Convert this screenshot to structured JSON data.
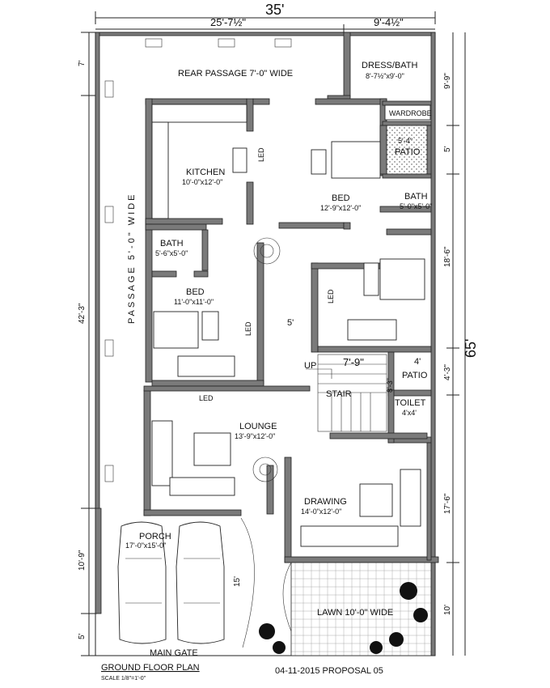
{
  "overall": {
    "width_label": "35'",
    "depth_label": "65'",
    "top_left_dim": "25'-7½\"",
    "top_right_dim": "9'-4½\""
  },
  "left_dims": [
    "7'",
    "42'-3\"",
    "10'-9\"",
    "5'"
  ],
  "right_dims": [
    "9'-9\"",
    "5'",
    "18'-6\"",
    "4'-3\"",
    "17'-6\"",
    "10'"
  ],
  "inner_dims": {
    "corridor": "5'",
    "stair_w": "7'-9\"",
    "stair_h": "8'-3\"",
    "porch_drive": "15'",
    "patio2_w": "4'"
  },
  "rooms": {
    "rear_passage": "REAR PASSAGE 7'-0\" WIDE",
    "side_passage": "PASSAGE 5'-0\" WIDE",
    "dress_bath": {
      "name": "DRESS/BATH",
      "size": "8'-7½\"x9'-0\""
    },
    "wardrobe": "WARDROBE",
    "patio1": {
      "name": "PATIO",
      "size": "5'-4\""
    },
    "kitchen": {
      "name": "KITCHEN",
      "size": "10'-0\"x12'-0\""
    },
    "bed1": {
      "name": "BED",
      "size": "12'-9\"x12'-0\""
    },
    "bath1": {
      "name": "BATH",
      "size": "5'-0\"x5'-0\""
    },
    "bath2": {
      "name": "BATH",
      "size": "5'-6\"x5'-0\""
    },
    "bed2": {
      "name": "BED",
      "size": "11'-0\"x11'-0\""
    },
    "patio2": "PATIO",
    "stair": "STAIR",
    "up": "UP",
    "toilet": {
      "name": "TOILET",
      "size": "4'x4'"
    },
    "lounge": {
      "name": "LOUNGE",
      "size": "13'-9\"x12'-0\""
    },
    "drawing": {
      "name": "DRAWING",
      "size": "14'-0\"x12'-0\""
    },
    "porch": {
      "name": "PORCH",
      "size": "17'-0\"x15'-0\""
    },
    "lawn": "LAWN 10'-0\" WIDE",
    "main_gate": "MAIN GATE"
  },
  "led_label": "LED",
  "footer": {
    "title": "GROUND FLOOR PLAN",
    "scale": "SCALE 1/8\"=1'-0\"",
    "proposal": "04-11-2015 PROPOSAL 05"
  }
}
